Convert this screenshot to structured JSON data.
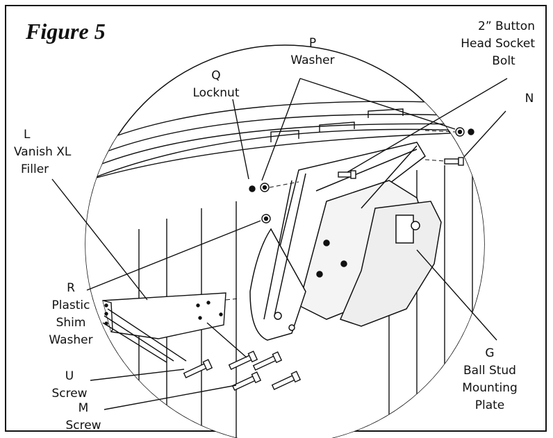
{
  "figure": {
    "title": "Figure 5"
  },
  "labels": {
    "button_head_bolt": {
      "line1": "2” Button",
      "line2": "Head Socket",
      "line3": "Bolt"
    },
    "washer": {
      "letter": "P",
      "name": "Washer"
    },
    "locknut": {
      "letter": "Q",
      "name": "Locknut"
    },
    "bolt_n": {
      "letter": "N"
    },
    "filler": {
      "letter": "L",
      "name1": "Vanish XL",
      "name2": "Filler"
    },
    "shim_washer": {
      "letter": "R",
      "name1": "Plastic",
      "name2": "Shim",
      "name3": "Washer"
    },
    "screw_u": {
      "letter": "U",
      "name": "Screw"
    },
    "screw_m": {
      "letter": "M",
      "name": "Screw"
    },
    "mounting_plate": {
      "letter": "G",
      "name1": "Ball Stud",
      "name2": "Mounting",
      "name3": "Plate"
    }
  },
  "colors": {
    "line": "#111111",
    "background": "#ffffff",
    "shade": "#e6e6e6"
  }
}
